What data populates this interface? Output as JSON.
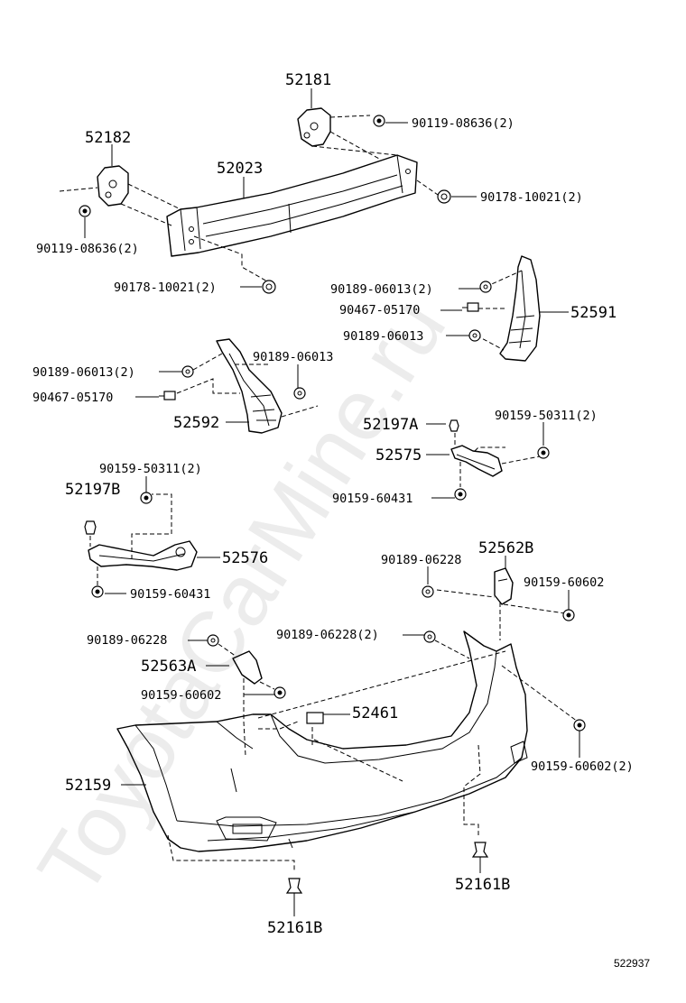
{
  "watermark": "ToyotaCarMine.ru",
  "diagram_code": "522937",
  "labels": {
    "p52181": "52181",
    "p52182": "52182",
    "p52023": "52023",
    "b90119_r": "90119-08636(2)",
    "b90178_r": "90178-10021(2)",
    "b90119_l": "90119-08636(2)",
    "b90178_l": "90178-10021(2)",
    "c90189_a": "90189-06013(2)",
    "c90467_a": "90467-05170",
    "c90189_b": "90189-06013",
    "p52591": "52591",
    "c90189_c": "90189-06013(2)",
    "c90189_d": "90189-06013",
    "c90467_b": "90467-05170",
    "p52592": "52592",
    "p52197A": "52197A",
    "s90159_50311_r": "90159-50311(2)",
    "p52575": "52575",
    "s90159_60431_r": "90159-60431",
    "s90159_50311_l": "90159-50311(2)",
    "p52197B": "52197B",
    "p52576": "52576",
    "s90159_60431_l": "90159-60431",
    "c90189_06228_r": "90189-06228",
    "p52562B": "52562B",
    "s90159_60602_r": "90159-60602",
    "c90189_06228_l": "90189-06228",
    "c90189_06228_m": "90189-06228(2)",
    "p52563A": "52563A",
    "s90159_60602_l": "90159-60602",
    "p52461": "52461",
    "p52159": "52159",
    "s90159_60602_2": "90159-60602(2)",
    "p52161B_r": "52161B",
    "p52161B_l": "52161B"
  }
}
